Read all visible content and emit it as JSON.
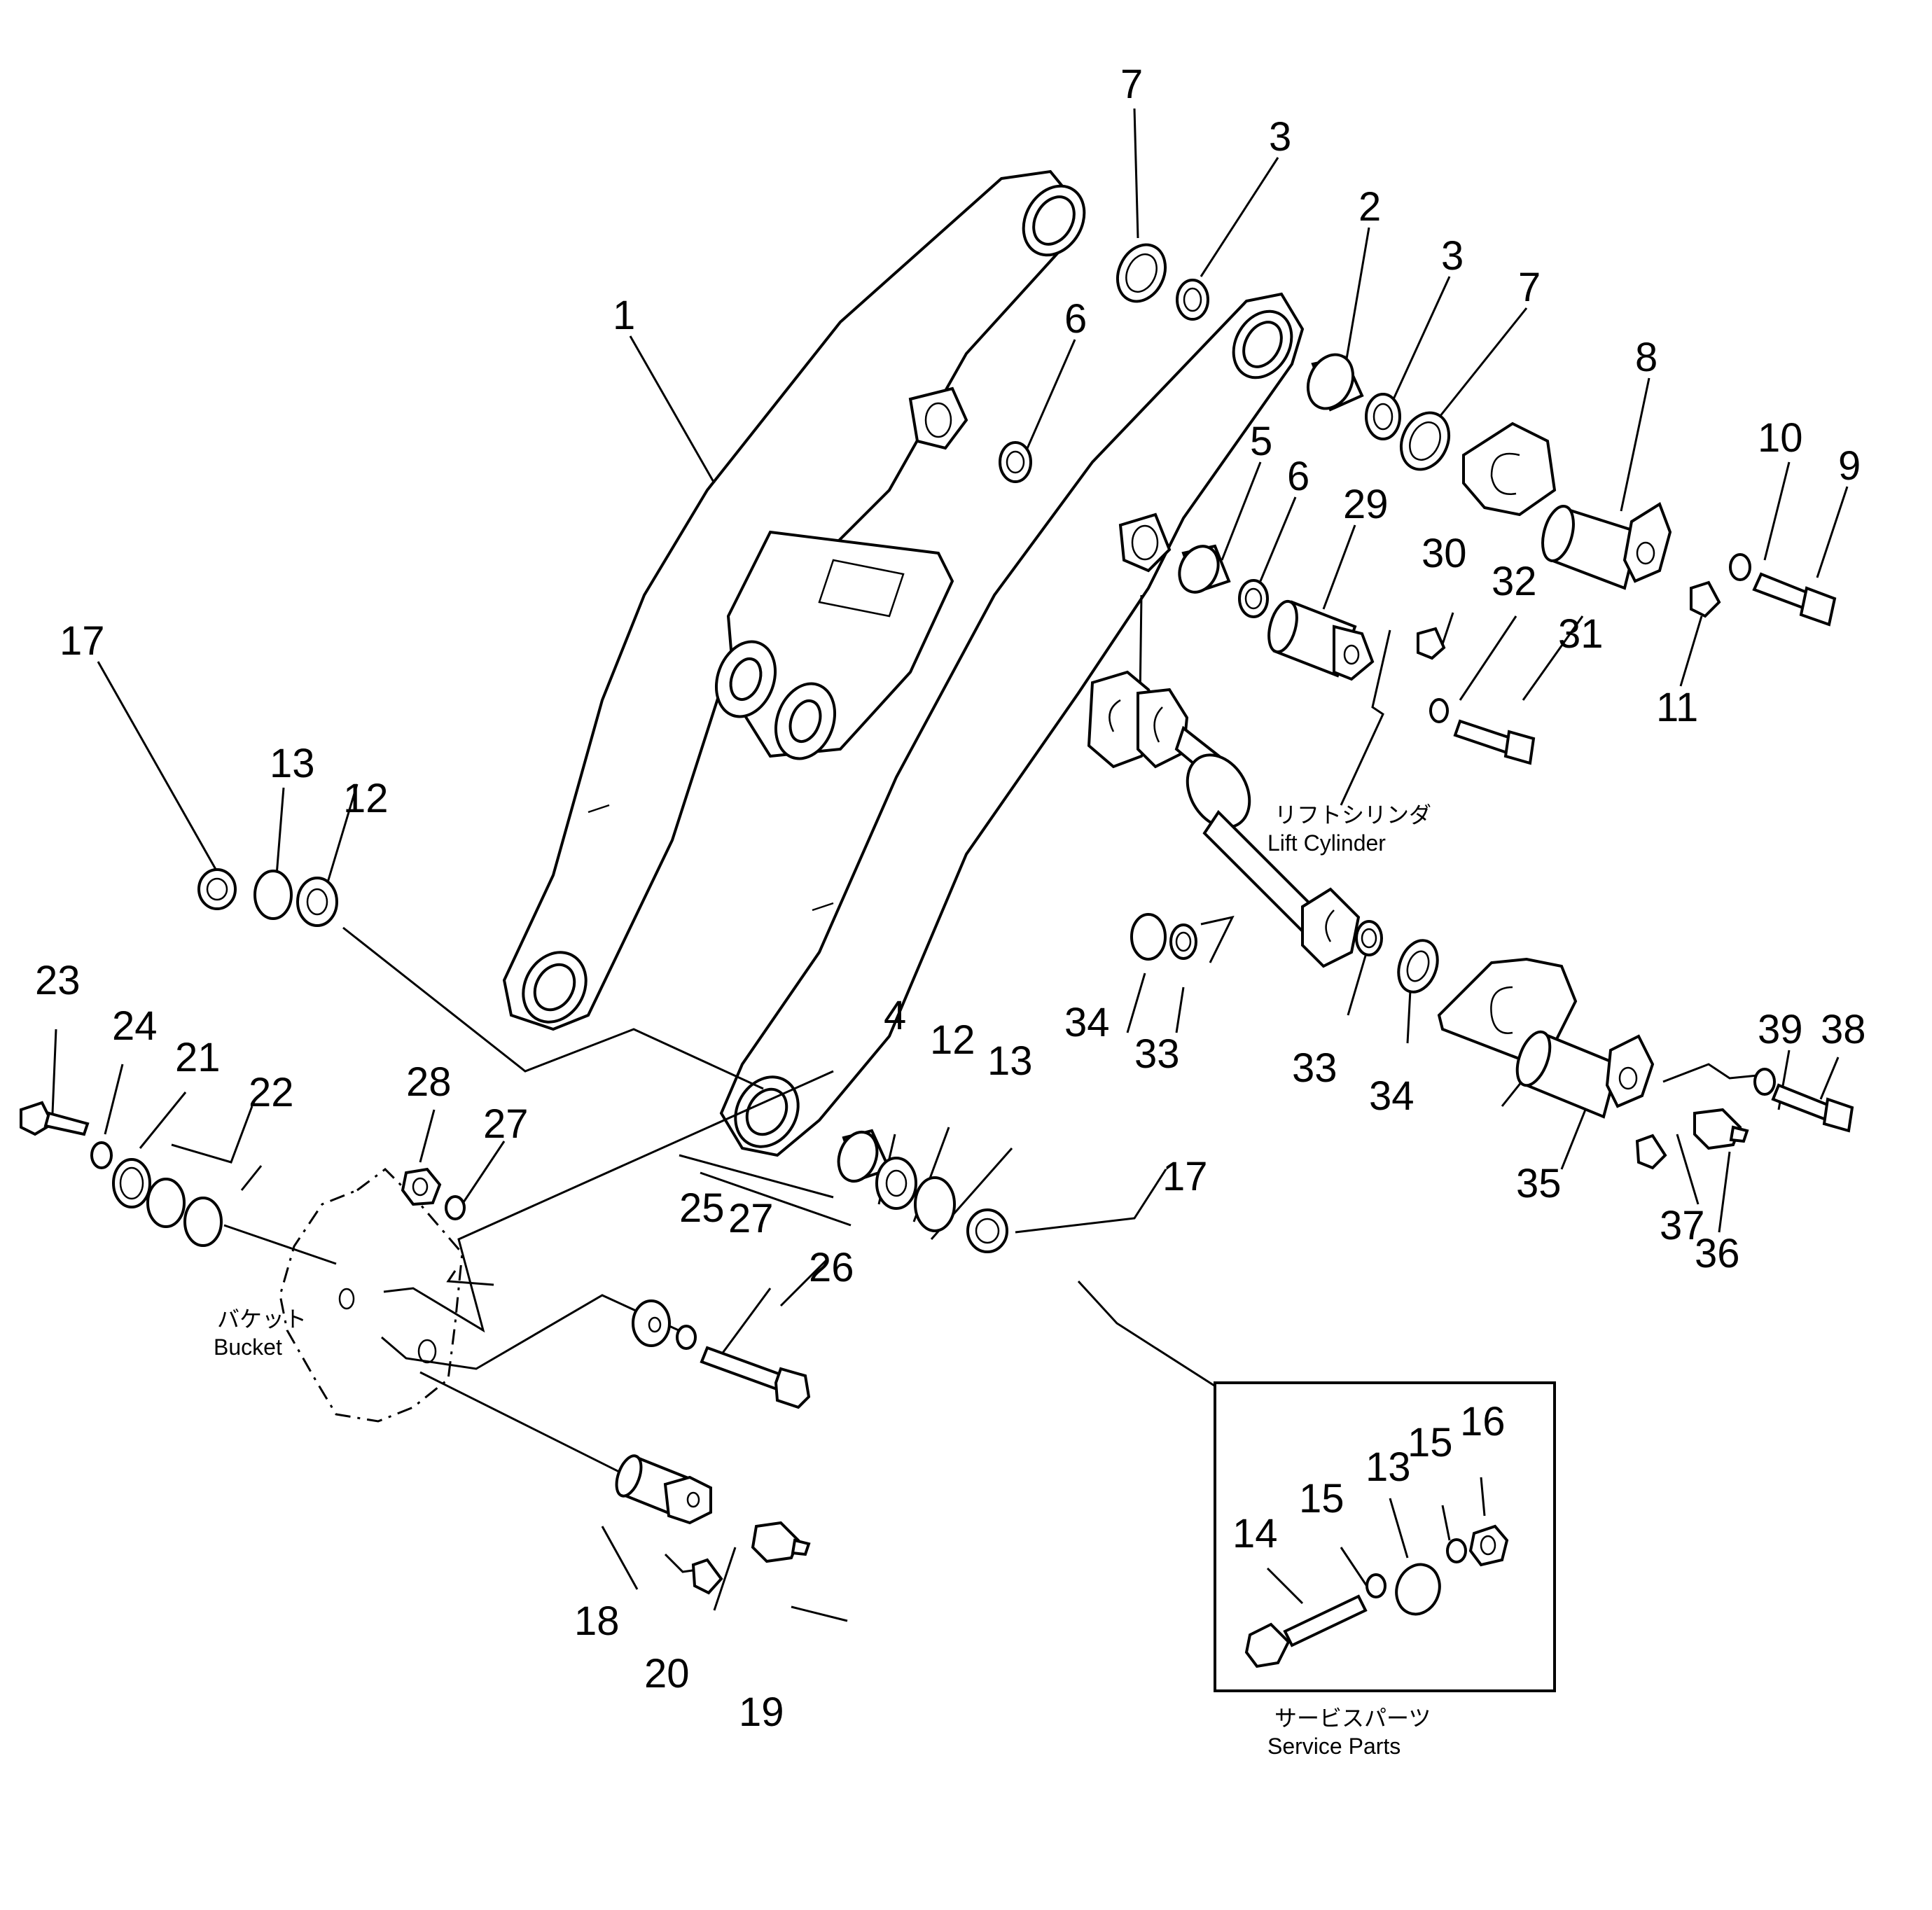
{
  "diagram": {
    "callouts": {
      "c1": "1",
      "c2": "2",
      "c3a": "3",
      "c3b": "3",
      "c4": "4",
      "c5": "5",
      "c6a": "6",
      "c6b": "6",
      "c7a": "7",
      "c7b": "7",
      "c8": "8",
      "c9": "9",
      "c10": "10",
      "c11": "11",
      "c12a": "12",
      "c12b": "12",
      "c13a": "13",
      "c13b": "13",
      "c17a": "17",
      "c17b": "17",
      "c18": "18",
      "c19": "19",
      "c20": "20",
      "c21": "21",
      "c22": "22",
      "c23": "23",
      "c24": "24",
      "c25": "25",
      "c26": "26",
      "c27a": "27",
      "c27b": "27",
      "c28": "28",
      "c29": "29",
      "c30": "30",
      "c31": "31",
      "c32": "32",
      "c33a": "33",
      "c33b": "33",
      "c34a": "34",
      "c34b": "34",
      "c35": "35",
      "c36": "36",
      "c37": "37",
      "c38": "38",
      "c39": "39",
      "s14": "14",
      "s15a": "15",
      "s13": "13",
      "s15b": "15",
      "s16": "16"
    },
    "labels": {
      "lift_cylinder_jp": "リフトシリンダ",
      "lift_cylinder_en": "Lift  Cylinder",
      "bucket_jp": "バケット",
      "bucket_en": "Bucket",
      "service_parts_jp": "サービスパーツ",
      "service_parts_en": "Service  Parts"
    }
  }
}
